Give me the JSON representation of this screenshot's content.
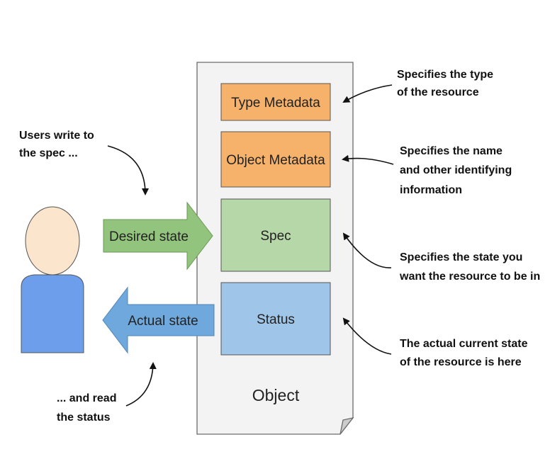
{
  "object": {
    "label": "Object",
    "sections": {
      "type_metadata": "Type Metadata",
      "object_metadata": "Object Metadata",
      "spec": "Spec",
      "status": "Status"
    }
  },
  "arrows": {
    "desired": "Desired state",
    "actual": "Actual state"
  },
  "notes": {
    "users_write": [
      "Users write to",
      "the spec ..."
    ],
    "read_status": [
      "... and read",
      "the status"
    ],
    "type_desc": [
      "Specifies the type",
      "of the resource"
    ],
    "name_desc": [
      "Specifies the name",
      "and other identifying",
      "information"
    ],
    "spec_desc": [
      "Specifies the state you",
      "want the resource to be in"
    ],
    "status_desc": [
      "The actual current state",
      "of the resource is here"
    ]
  },
  "colors": {
    "metadata": "#f6b26b",
    "spec": "#b6d7a8",
    "status": "#9fc5e8",
    "desired_arrow": "#93c47d",
    "actual_arrow": "#6fa8dc",
    "user_head": "#fce5cd",
    "user_body": "#6d9eeb",
    "document": "#f3f3f3"
  }
}
